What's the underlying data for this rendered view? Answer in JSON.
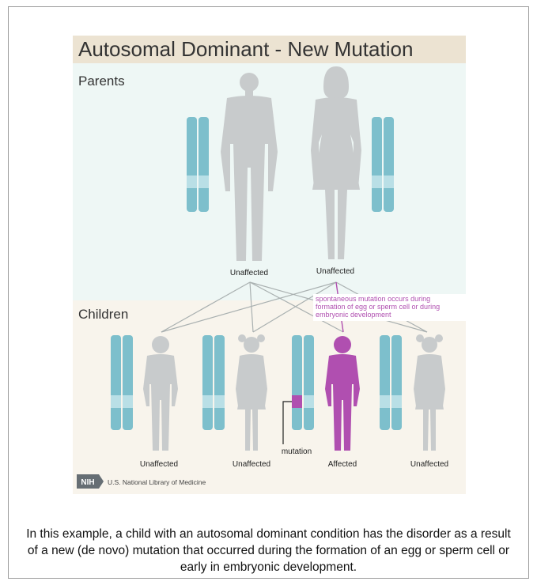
{
  "title": "Autosomal Dominant - New Mutation",
  "sections": {
    "parents": "Parents",
    "children": "Children"
  },
  "parents": [
    {
      "label": "Unaffected"
    },
    {
      "label": "Unaffected"
    }
  ],
  "children": [
    {
      "label": "Unaffected"
    },
    {
      "label": "Unaffected"
    },
    {
      "label": "Affected"
    },
    {
      "label": "Unaffected"
    }
  ],
  "annotations": {
    "spontaneous": [
      "spontaneous mutation occurs during",
      "formation of egg or sperm cell or during",
      "embryonic development"
    ],
    "mutation": "mutation"
  },
  "credit": {
    "badge": "NIH",
    "text": "U.S. National Library of Medicine"
  },
  "caption": "In this example, a child with an autosomal dominant condition has the disorder as a result of a new (de novo) mutation that occurred during the formation of an egg or sperm cell or early in embryonic development.",
  "colors": {
    "title_band": "#ece3d2",
    "parents_bg": "#eef7f5",
    "children_bg": "#f8f4ec",
    "chromosome": "#7dbfcc",
    "chromosome_band": "#b9dfe6",
    "silhouette": "#c8cbcc",
    "affected": "#b04fb0",
    "lines": "#a9b0b0",
    "nih_badge": "#666e74"
  }
}
